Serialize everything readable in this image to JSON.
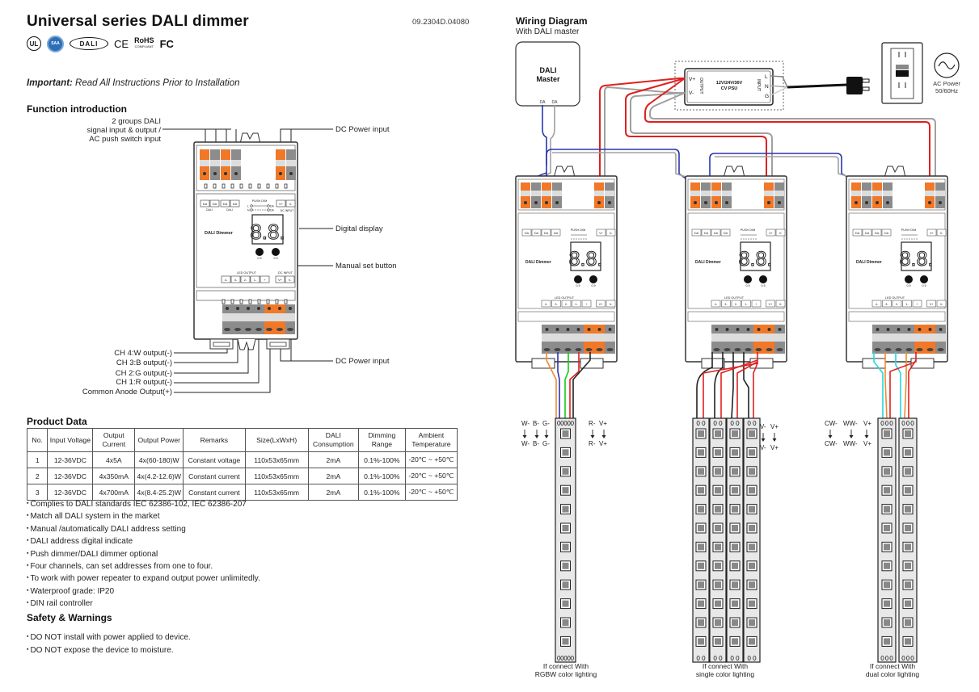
{
  "header": {
    "title": "Universal series DALI dimmer",
    "doc_number": "09.2304D.04080",
    "certifications": [
      {
        "name": "ul-mark",
        "label": "UL"
      },
      {
        "name": "saa-mark",
        "label": "SAA"
      },
      {
        "name": "dali-mark",
        "label": "DALI"
      },
      {
        "name": "ce-mark",
        "label": "CE"
      },
      {
        "name": "rohs-mark",
        "label": "RoHS",
        "sub": "COMPLIANT"
      },
      {
        "name": "fcc-mark",
        "label": "FC"
      }
    ]
  },
  "important": {
    "prefix": "Important:",
    "text": " Read All Instructions Prior to Installation"
  },
  "function_intro": {
    "heading": "Function introduction",
    "callouts": {
      "dali_line1": "2 groups DALI",
      "dali_line2": "signal input & output /",
      "dali_line3": "AC push switch input",
      "dc_power_top": "DC Power input",
      "digital_display": "Digital display",
      "manual_button": "Manual set button",
      "ch4": "CH 4:W output(-)",
      "ch3": "CH 3:B output(-)",
      "ch2": "CH 2:G output(-)",
      "ch1": "CH 1:R output(-)",
      "common": "Common Anode Output(+)",
      "dc_power_bottom": "DC Power input"
    },
    "device": {
      "name": "DALI Dimmer",
      "display_value": "8.8.",
      "top_terminals": [
        "DA",
        "DA",
        "DA",
        "DA"
      ],
      "top_group_labels": [
        "DALI",
        "DALI"
      ],
      "push_dim_label": "PUSH DIM",
      "push_dim_pins": [
        "L",
        "N",
        "DA",
        "DA"
      ],
      "dc_input_terminals": [
        "V+",
        "V-"
      ],
      "dc_input_label": "DC INPUT",
      "button_labels": [
        "0-9",
        "0-9"
      ],
      "led_output_label": "LED OUTPUT",
      "bottom_terminals": [
        "4-",
        "3-",
        "2-",
        "1-",
        "+",
        "V+",
        "V-"
      ]
    }
  },
  "product_data": {
    "heading": "Product Data",
    "columns": [
      "No.",
      "Input Voltage",
      "Output Current",
      "Output Power",
      "Remarks",
      "Size(LxWxH)",
      "DALI Consumption",
      "Dimming Range",
      "Ambient Temperature"
    ],
    "rows": [
      [
        "1",
        "12-36VDC",
        "4x5A",
        "4x(60-180)W",
        "Constant voltage",
        "110x53x65mm",
        "2mA",
        "0.1%-100%",
        "-20℃ ~ +50℃"
      ],
      [
        "2",
        "12-36VDC",
        "4x350mA",
        "4x(4.2-12.6)W",
        "Constant current",
        "110x53x65mm",
        "2mA",
        "0.1%-100%",
        "-20℃ ~ +50℃"
      ],
      [
        "3",
        "12-36VDC",
        "4x700mA",
        "4x(8.4-25.2)W",
        "Constant current",
        "110x53x65mm",
        "2mA",
        "0.1%-100%",
        "-20℃ ~ +50℃"
      ]
    ]
  },
  "features": [
    "Complies to DALI standards IEC 62386-102, IEC 62386-207",
    "Match all DALI system in the market",
    "Manual /automatically DALI address setting",
    "DALI address digital indicate",
    "Push dimmer/DALI dimmer optional",
    "Four channels, can set addresses from one to four.",
    "To work with power repeater to expand output power unlimitedly.",
    "Waterproof grade: IP20",
    "DIN rail controller"
  ],
  "safety": {
    "heading": "Safety & Warnings",
    "items": [
      "DO NOT install with power applied to device.",
      "DO NOT expose the device to moisture."
    ]
  },
  "wiring": {
    "heading": "Wiring Diagram",
    "subheading": "With DALI master",
    "dali_master": {
      "line1": "DALI",
      "line2": "Master",
      "pins": [
        "DA",
        "DA"
      ]
    },
    "psu": {
      "line1": "12V/24V/36V",
      "line2": "CV PSU",
      "output_label": "OUTPUT",
      "input_label": "INPUT",
      "outputs": [
        "V+",
        "V-"
      ],
      "inputs": [
        "L",
        "N",
        "G"
      ]
    },
    "ac_power": {
      "line1": "AC Power",
      "line2": "50/60Hz"
    },
    "configs": [
      {
        "left_labels": [
          "W-",
          "B-",
          "G-"
        ],
        "right_labels": [
          "R-",
          "V+"
        ],
        "caption_line1": "If connect With",
        "caption_line2": "RGBW color lighting"
      },
      {
        "left_labels": [],
        "right_labels": [
          "V-",
          "V+"
        ],
        "caption_line1": "If connect With",
        "caption_line2": "single color lighting"
      },
      {
        "left_labels": [
          "CW-",
          "WW-",
          "V+"
        ],
        "right_labels": [],
        "caption_line1": "If connect With",
        "caption_line2": "dual color lighting"
      }
    ],
    "colors": {
      "orange_terminal": "#f07828",
      "gray_terminal": "#8c8c8c",
      "dali_wire": "#2b35b0",
      "power_red": "#e02020",
      "wire_gray": "#a0a0a0",
      "wire_orange": "#f08a30",
      "wire_green": "#18c818",
      "wire_cyan": "#20d8e0"
    }
  }
}
